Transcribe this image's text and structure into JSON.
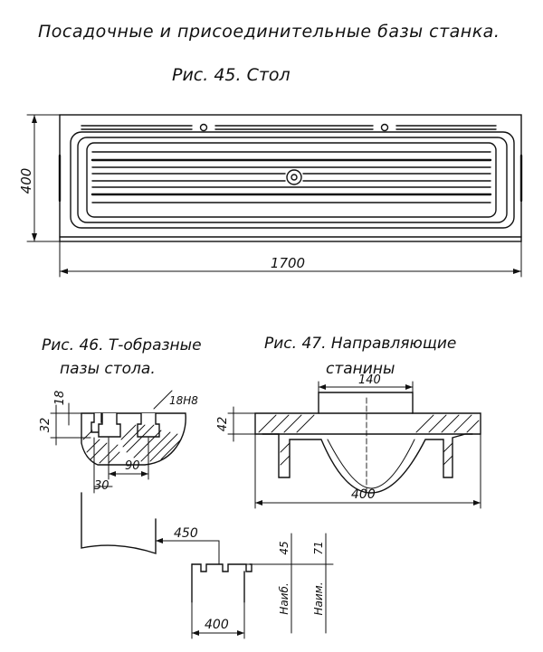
{
  "header": {
    "title": "Посадочные и присоединительные базы станка."
  },
  "fig45": {
    "caption": "Рис. 45. Стол",
    "dim_height": "400",
    "dim_length": "1700"
  },
  "fig46": {
    "caption_line1": "Рис. 46. Т-образные",
    "caption_line2": "пазы стола.",
    "dim_18": "18",
    "dim_18h8": "18Н8",
    "dim_32": "32",
    "dim_30": "30",
    "dim_90": "90"
  },
  "fig47": {
    "caption_line1": "Рис. 47. Направляющие",
    "caption_line2": "станины",
    "dim_140": "140",
    "dim_42": "42",
    "dim_400": "400"
  },
  "fig_bottom": {
    "dim_450": "450",
    "dim_400": "400",
    "dim_45": "45",
    "dim_71": "71",
    "label_max": "Наиб.",
    "label_min": "Наим."
  }
}
